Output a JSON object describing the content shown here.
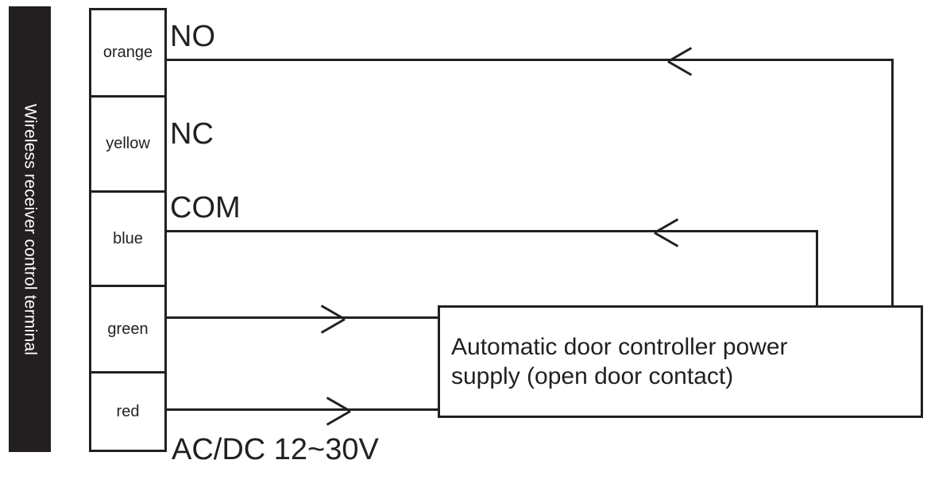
{
  "diagram": {
    "side_bar": {
      "label": "Wireless receiver control terminal",
      "background": "#231f20",
      "text_color": "#ffffff"
    },
    "terminal_block": {
      "name": "wireless-receiver-terminal-block",
      "cells": [
        {
          "label": "orange",
          "contact": "NO",
          "has_wire": true
        },
        {
          "label": "yellow",
          "contact": "NC",
          "has_wire": false
        },
        {
          "label": "blue",
          "contact": "COM",
          "has_wire": true
        },
        {
          "label": "green",
          "contact": "",
          "has_wire": true
        },
        {
          "label": "red",
          "contact": "",
          "has_wire": true
        }
      ]
    },
    "contacts": [
      {
        "name": "no-label",
        "text": "NO"
      },
      {
        "name": "nc-label",
        "text": "NC"
      },
      {
        "name": "com-label",
        "text": "COM"
      }
    ],
    "controller_box": {
      "line1": "Automatic door controller power",
      "line2": "supply (open door contact)"
    },
    "supply_label": "AC/DC  12~30V",
    "line_color": "#231f20",
    "wires": [
      {
        "name": "no-wire",
        "from": "orange",
        "direction": "right",
        "to": "controller-box-top-right"
      },
      {
        "name": "com-wire",
        "from": "blue",
        "direction": "right",
        "to": "controller-box-top-left-of-right"
      },
      {
        "name": "green-wire",
        "from": "green",
        "direction": "left",
        "to": "controller-box-left"
      },
      {
        "name": "red-wire",
        "from": "red",
        "direction": "left",
        "to": "controller-box-left"
      }
    ]
  }
}
